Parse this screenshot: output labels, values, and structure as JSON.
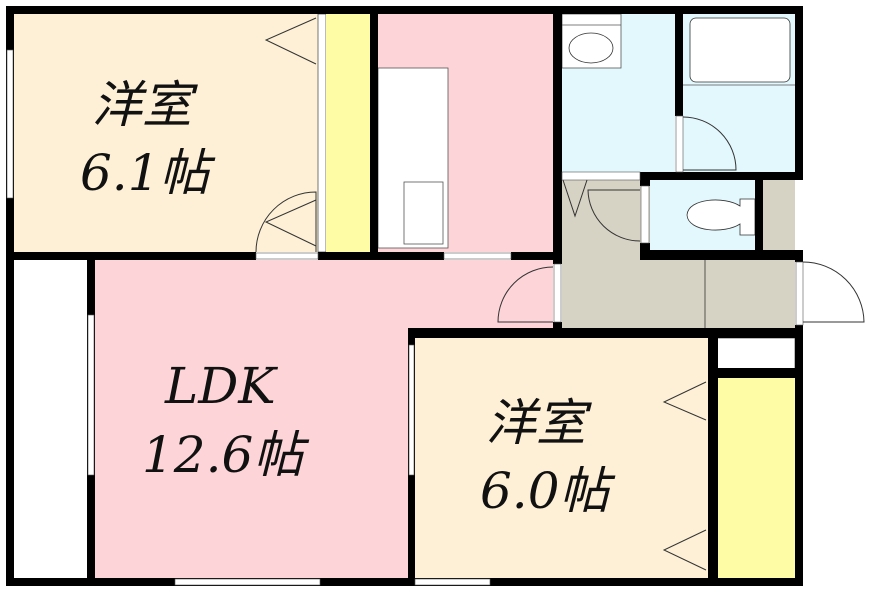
{
  "rooms": {
    "western_room_1": {
      "name": "洋室",
      "size": "6.1帖"
    },
    "ldk": {
      "name": "LDK",
      "size": "12.6帖"
    },
    "western_room_2": {
      "name": "洋室",
      "size": "6.0帖"
    }
  },
  "colors": {
    "western_room": "#fdf0d6",
    "ldk_kitchen": "#fdd5d8",
    "closet": "#fffca6",
    "wet_area": "#e3f8fd",
    "hall": "#d6d3c5",
    "wall": "#000000"
  }
}
